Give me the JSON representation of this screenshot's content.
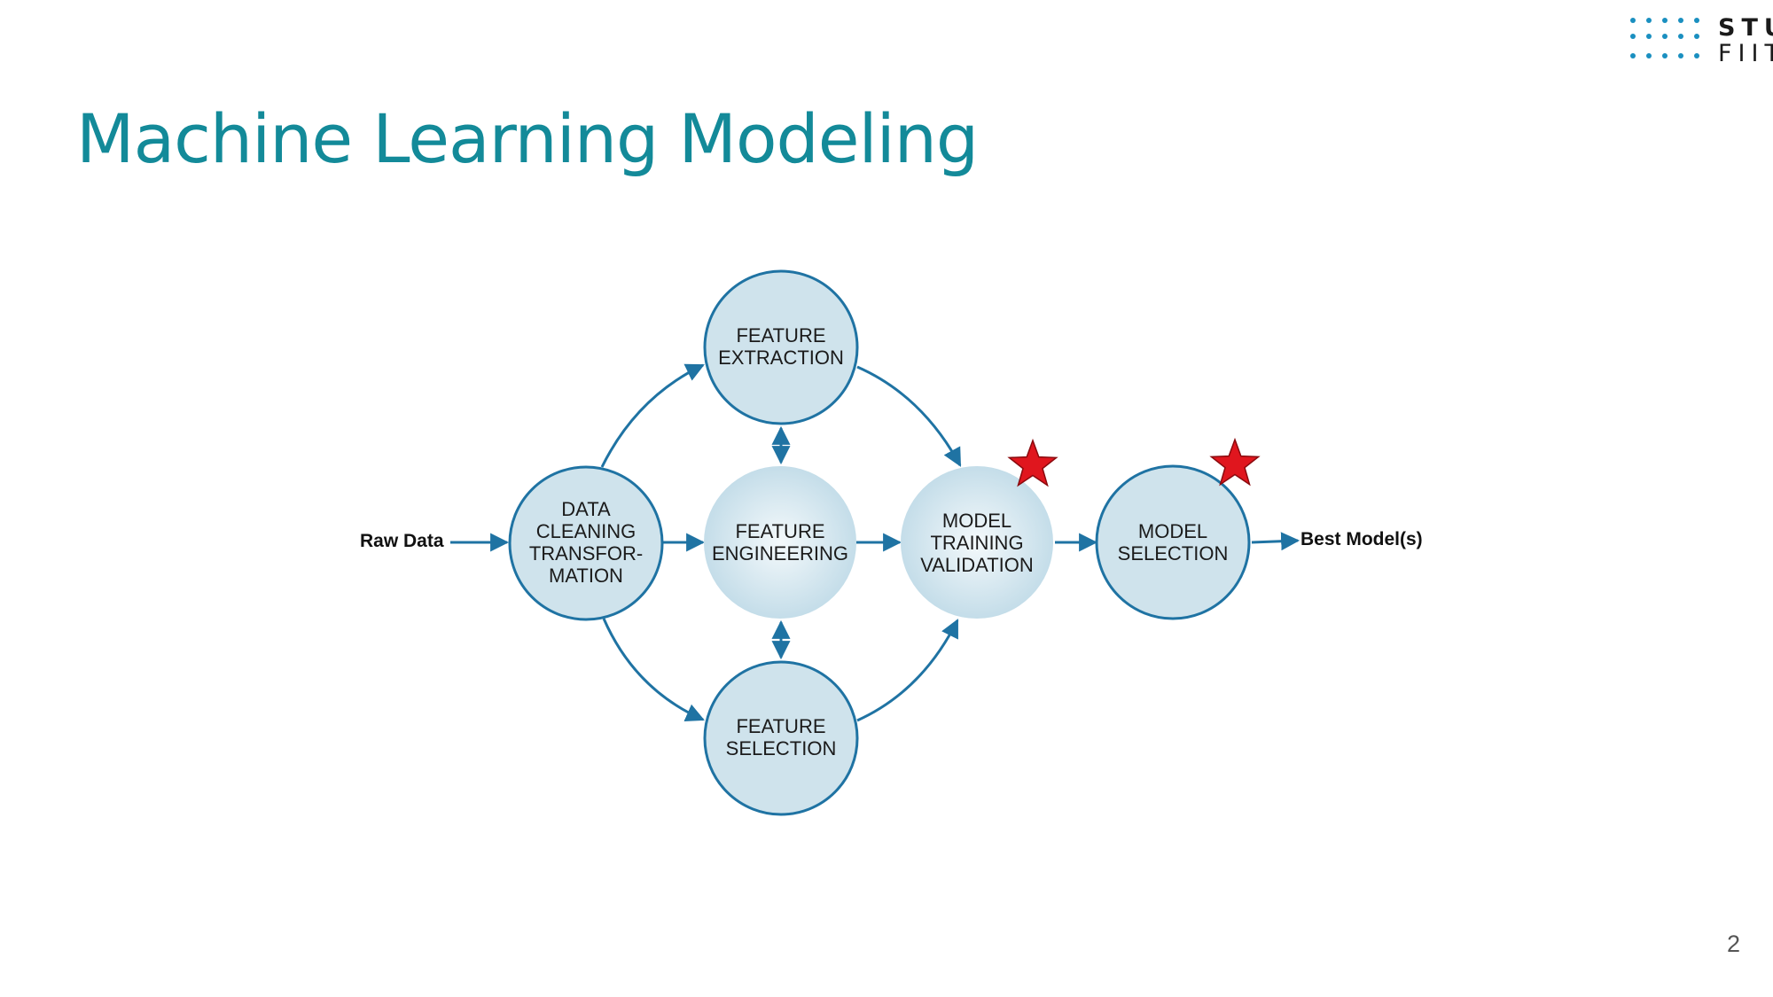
{
  "slide": {
    "title": "Machine Learning Modeling",
    "page_number": "2"
  },
  "logo": {
    "line1": "STU",
    "line2": "FIIT",
    "dot_color": "#1a8fc0"
  },
  "colors": {
    "title": "#138a99",
    "node_fill": "#cfe3ec",
    "node_stroke": "#1f73a3",
    "arrow": "#1f73a3",
    "star": "#e0161e"
  },
  "diagram": {
    "input_label": "Raw Data",
    "output_label": "Best Model(s)",
    "nodes": {
      "data_cleaning": [
        "DATA",
        "CLEANING",
        "TRANSFOR-",
        "MATION"
      ],
      "feature_extraction": [
        "FEATURE",
        "EXTRACTION"
      ],
      "feature_engineering": [
        "FEATURE",
        "ENGINEERING"
      ],
      "feature_selection": [
        "FEATURE",
        "SELECTION"
      ],
      "model_training": [
        "MODEL",
        "TRAINING",
        "VALIDATION"
      ],
      "model_selection": [
        "MODEL",
        "SELECTION"
      ]
    }
  }
}
